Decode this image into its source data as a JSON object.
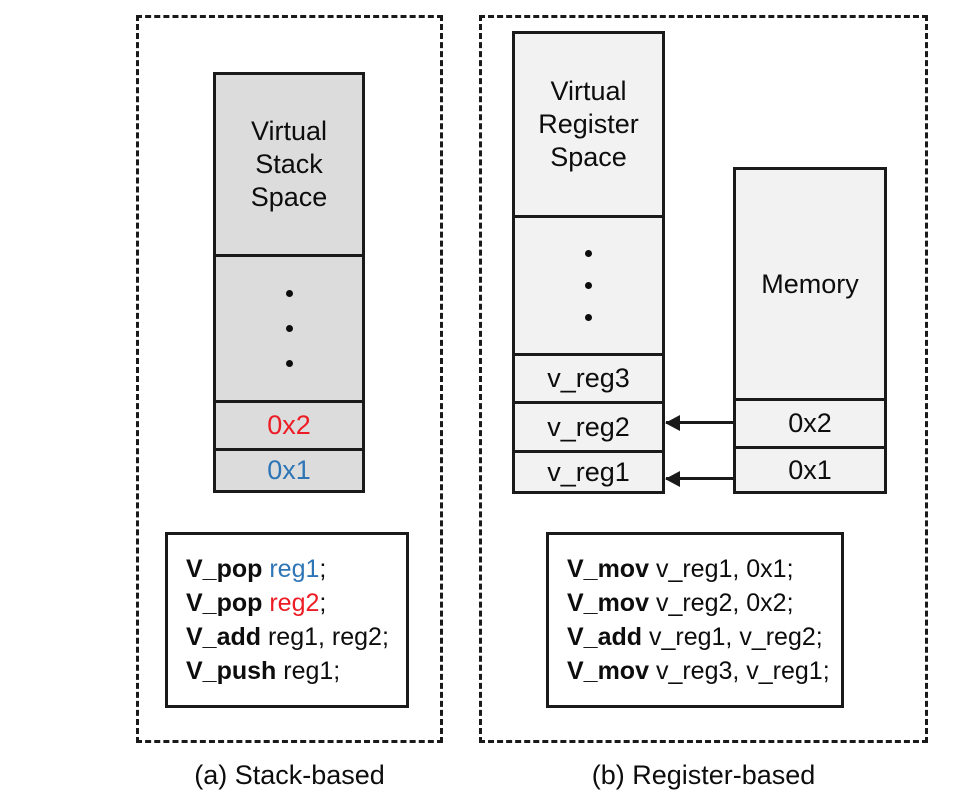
{
  "figure": {
    "panels": [
      {
        "id": "stack",
        "caption": "(a) Stack-based",
        "memory_column": {
          "name": "virtual-stack-space",
          "header": "Virtual\nStack\nSpace",
          "header_lines": [
            "Virtual",
            "Stack",
            "Space"
          ],
          "cells": [
            {
              "label": "· · ·",
              "kind": "ellipsis"
            },
            {
              "label": "0x2",
              "color": "#ed1c24"
            },
            {
              "label": "0x1",
              "color": "#2e75b6"
            }
          ]
        },
        "code": {
          "lines": [
            {
              "op": "V_pop",
              "args": "reg1",
              "arg_color": "#2e75b6",
              "terminator": ";"
            },
            {
              "op": "V_pop",
              "args": "reg2",
              "arg_color": "#ed1c24",
              "terminator": ";"
            },
            {
              "op": "V_add",
              "args": "reg1, reg2",
              "arg_color": "#0d0d0d",
              "terminator": ";"
            },
            {
              "op": "V_push",
              "args": "reg1",
              "arg_color": "#0d0d0d",
              "terminator": ";"
            }
          ]
        }
      },
      {
        "id": "register",
        "caption": "(b) Register-based",
        "register_column": {
          "name": "virtual-register-space",
          "header_lines": [
            "Virtual",
            "Register",
            "Space"
          ],
          "cells": [
            {
              "label": "· · ·",
              "kind": "ellipsis"
            },
            {
              "label": "v_reg3"
            },
            {
              "label": "v_reg2"
            },
            {
              "label": "v_reg1"
            }
          ]
        },
        "memory_column": {
          "name": "memory",
          "header_lines": [
            "Memory"
          ],
          "cells": [
            {
              "label": "0x2"
            },
            {
              "label": "0x1"
            }
          ]
        },
        "arrows": [
          {
            "from": "memory-0x2",
            "to": "v_reg2",
            "direction": "left"
          },
          {
            "from": "memory-0x1",
            "to": "v_reg1",
            "direction": "left"
          }
        ],
        "code": {
          "lines": [
            {
              "op": "V_mov",
              "args": "v_reg1, 0x1",
              "terminator": ";"
            },
            {
              "op": "V_mov",
              "args": "v_reg2, 0x2",
              "terminator": ";"
            },
            {
              "op": "V_add",
              "args": "v_reg1, v_reg2",
              "terminator": ";"
            },
            {
              "op": "V_mov",
              "args": "v_reg3, v_reg1",
              "terminator": ";"
            }
          ]
        }
      }
    ],
    "colors": {
      "red": "#ed1c24",
      "blue": "#2e75b6",
      "stroke": "#1a1a1a",
      "stack_fill": "#dcdcdc",
      "register_fill": "#f2f2f2",
      "text": "#0d0d0d"
    }
  }
}
